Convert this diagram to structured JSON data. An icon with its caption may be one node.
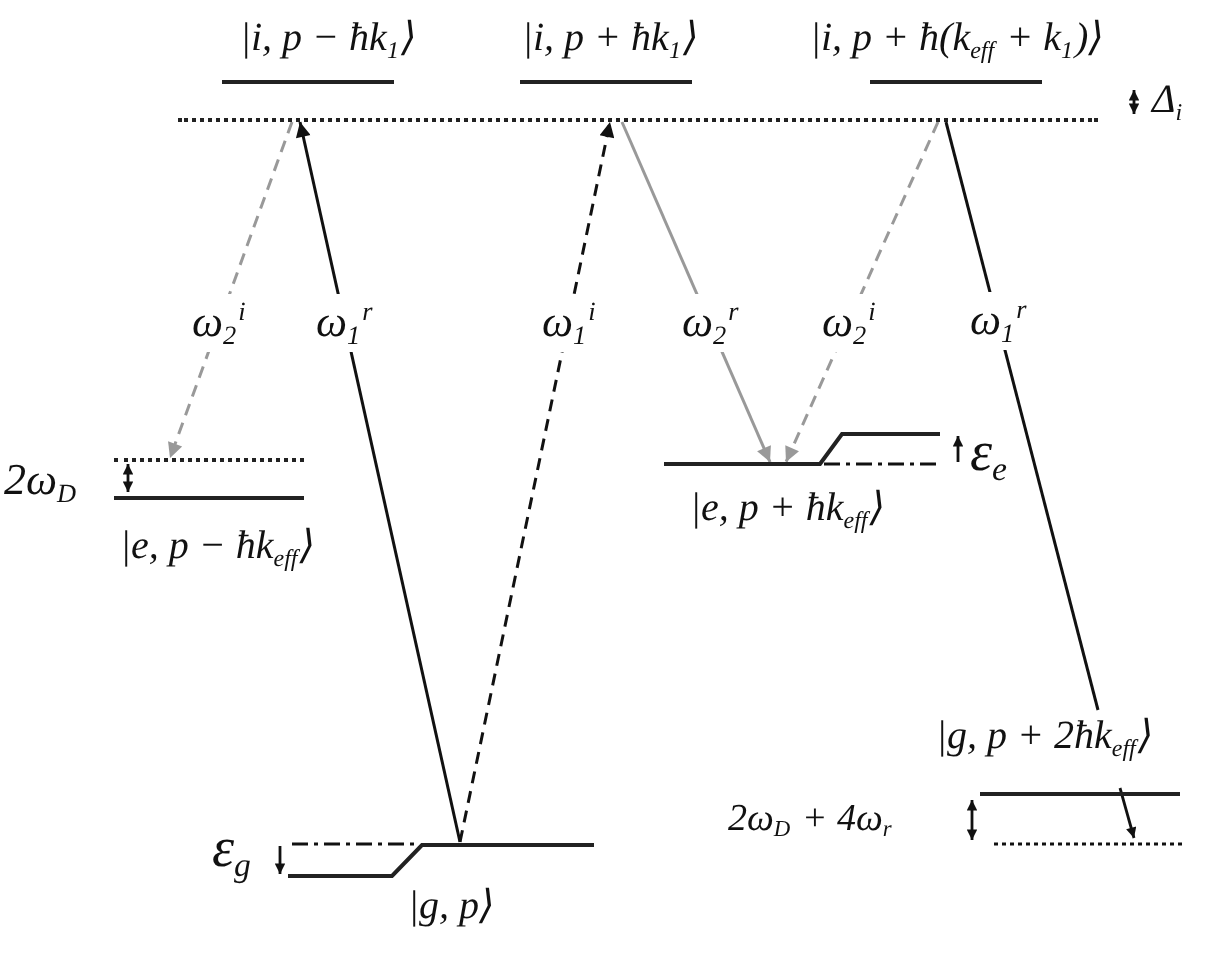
{
  "diagram": {
    "nodes": [
      {
        "text": [
          "|i, p − ħk$_{1}$⟩"
        ]
      },
      {
        "text": [
          "|i, p + ħk$_{1}$⟩"
        ]
      },
      {
        "text": [
          "|i, p + ħ(k$_{eff}$ + k$_{1}$)⟩"
        ]
      },
      {
        "text": [],
        "shape": "line"
      },
      {
        "text": [],
        "shape": "line"
      },
      {
        "text": [
          "|e, p − ħk$_{eff}$⟩"
        ]
      },
      {
        "text": [
          "|e, p + ħk$_{eff}$⟩"
        ]
      },
      {
        "text": [
          "|g, p + 2ħk$_{eff}$⟩"
        ]
      },
      {
        "text": [
          "|g, p⟩"
        ]
      }
    ],
    "edges": [
      {
        "from": 3,
        "to": 4,
        "arrow": "to",
        "label": "ω$_{2}$$^{i}$",
        "style": "dashed",
        "color": "#999999"
      },
      {
        "from": 8,
        "to": 3,
        "arrow": "to",
        "label": "ω$_{1}$$^{r}$",
        "color": "#111111"
      },
      {
        "from": 8,
        "to": 3,
        "arrow": "to",
        "label": "ω$_{1}$$^{i}$",
        "style": "dashed",
        "color": "#111111"
      },
      {
        "from": 3,
        "to": 6,
        "arrow": "to",
        "label": "ω$_{2}$$^{r}$",
        "color": "#999999"
      },
      {
        "from": 3,
        "to": 6,
        "arrow": "to",
        "label": "ω$_{2}$$^{i}$",
        "style": "dashed",
        "color": "#999999"
      },
      {
        "from": 3,
        "to": 7,
        "arrow": "none",
        "label": "ω$_{1}$$^{r}$",
        "color": "#111111"
      }
    ],
    "labels": [
      "Δ$_{i}$",
      "2ω$_{D}$",
      "ε$_{e}$",
      "2ω$_{D}$ + 4ω$_{r}$",
      "ε$_{g}$"
    ]
  }
}
